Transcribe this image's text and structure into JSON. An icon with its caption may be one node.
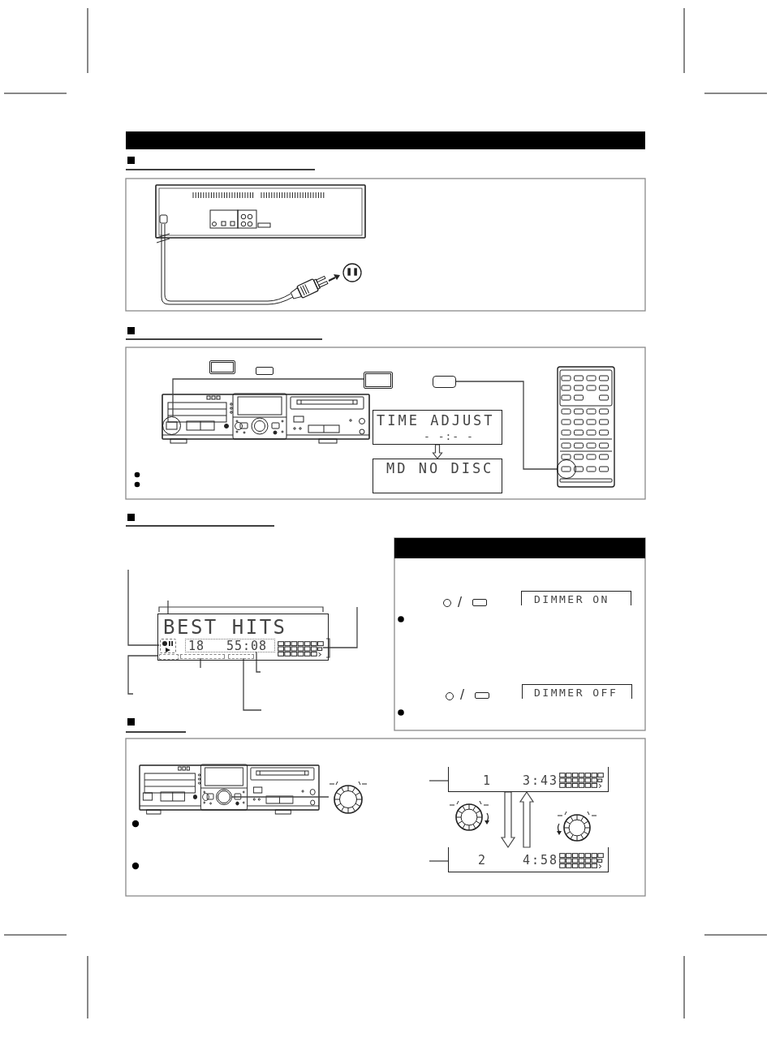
{
  "diagram": {
    "nodes": [
      {
        "text": [],
        "shape": "box"
      },
      {
        "text": [],
        "shape": "box"
      },
      {
        "text": [],
        "shape": "box"
      },
      {
        "text": [],
        "shape": "circle"
      },
      {
        "text": [],
        "shape": "box"
      },
      {
        "text": [
          "TIME ADJUST",
          "- -:- -"
        ]
      },
      {
        "text": [
          "MD NO DISC"
        ]
      },
      {
        "text": [],
        "shape": "circle"
      },
      {
        "text": [
          "BEST HITS"
        ]
      },
      {
        "text": [],
        "shape": "box",
        "in": 8
      },
      {
        "text": [
          "18",
          "55:08"
        ],
        "in": 8
      },
      {
        "text": [],
        "shape": "picture",
        "in": 8
      },
      {
        "text": [],
        "shape": "box",
        "in": 8
      },
      {
        "text": [],
        "shape": "box",
        "in": 8
      },
      {
        "text": [],
        "shape": "box",
        "in": 8
      },
      {
        "text": [],
        "shape": "circle"
      },
      {
        "text": [],
        "shape": "box"
      },
      {
        "text": [
          "DIMMER ON"
        ]
      },
      {
        "text": [],
        "shape": "circle"
      },
      {
        "text": [],
        "shape": "box"
      },
      {
        "text": [
          "DIMMER OFF"
        ]
      },
      {
        "text": [],
        "shape": "circle"
      },
      {
        "text": [],
        "shape": "picture"
      },
      {
        "text": [
          "1",
          "3:43"
        ]
      },
      {
        "text": [
          "2",
          "4:58"
        ]
      }
    ],
    "edges": [
      {
        "from": 2,
        "to": 3,
        "arrow": "none"
      },
      {
        "from": 4,
        "to": 7,
        "arrow": "none"
      },
      {
        "from": 5,
        "to": 6,
        "arrow": "to",
        "style": "thick"
      },
      {
        "from": null,
        "to": 9,
        "arrow": "none"
      },
      {
        "from": null,
        "to": 8,
        "arrow": "none"
      },
      {
        "from": null,
        "to": 11,
        "arrow": "none"
      },
      {
        "from": null,
        "to": 12,
        "arrow": "none"
      },
      {
        "from": null,
        "to": 13,
        "arrow": "none"
      },
      {
        "from": null,
        "to": 10,
        "arrow": "none"
      },
      {
        "from": null,
        "to": 14,
        "arrow": "none"
      },
      {
        "from": 21,
        "to": 22,
        "arrow": "none"
      },
      {
        "from": null,
        "to": 23,
        "arrow": "none"
      },
      {
        "from": null,
        "to": 24,
        "arrow": "none"
      },
      {
        "from": 23,
        "to": 24,
        "arrow": "to",
        "style": "thick"
      },
      {
        "from": 24,
        "to": 23,
        "arrow": "to",
        "style": "thick"
      }
    ],
    "labels": [
      "/",
      "/"
    ]
  }
}
